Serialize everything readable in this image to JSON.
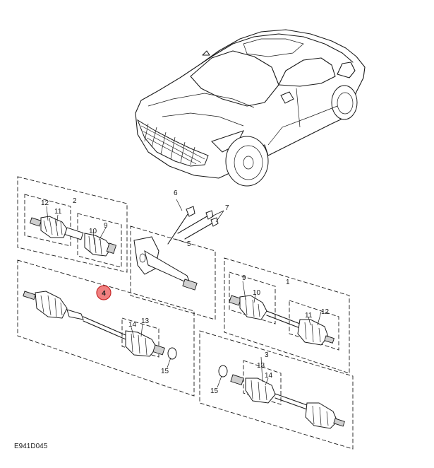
{
  "diagram": {
    "code": "E941D045",
    "highlighted_callout": "4",
    "highlight_color": "#f08080",
    "callouts": {
      "c1": "1",
      "c2": "2",
      "c3": "3",
      "c4": "4",
      "c5": "5",
      "c6": "6",
      "c7": "7",
      "c9a": "9",
      "c10a": "10",
      "c11a": "11",
      "c12a": "12",
      "c9b": "9",
      "c10b": "10",
      "c11b": "11",
      "c12b": "12",
      "c13a": "13",
      "c14a": "14",
      "c15a": "15",
      "c13b": "13",
      "c14b": "14",
      "c15b": "15"
    }
  }
}
